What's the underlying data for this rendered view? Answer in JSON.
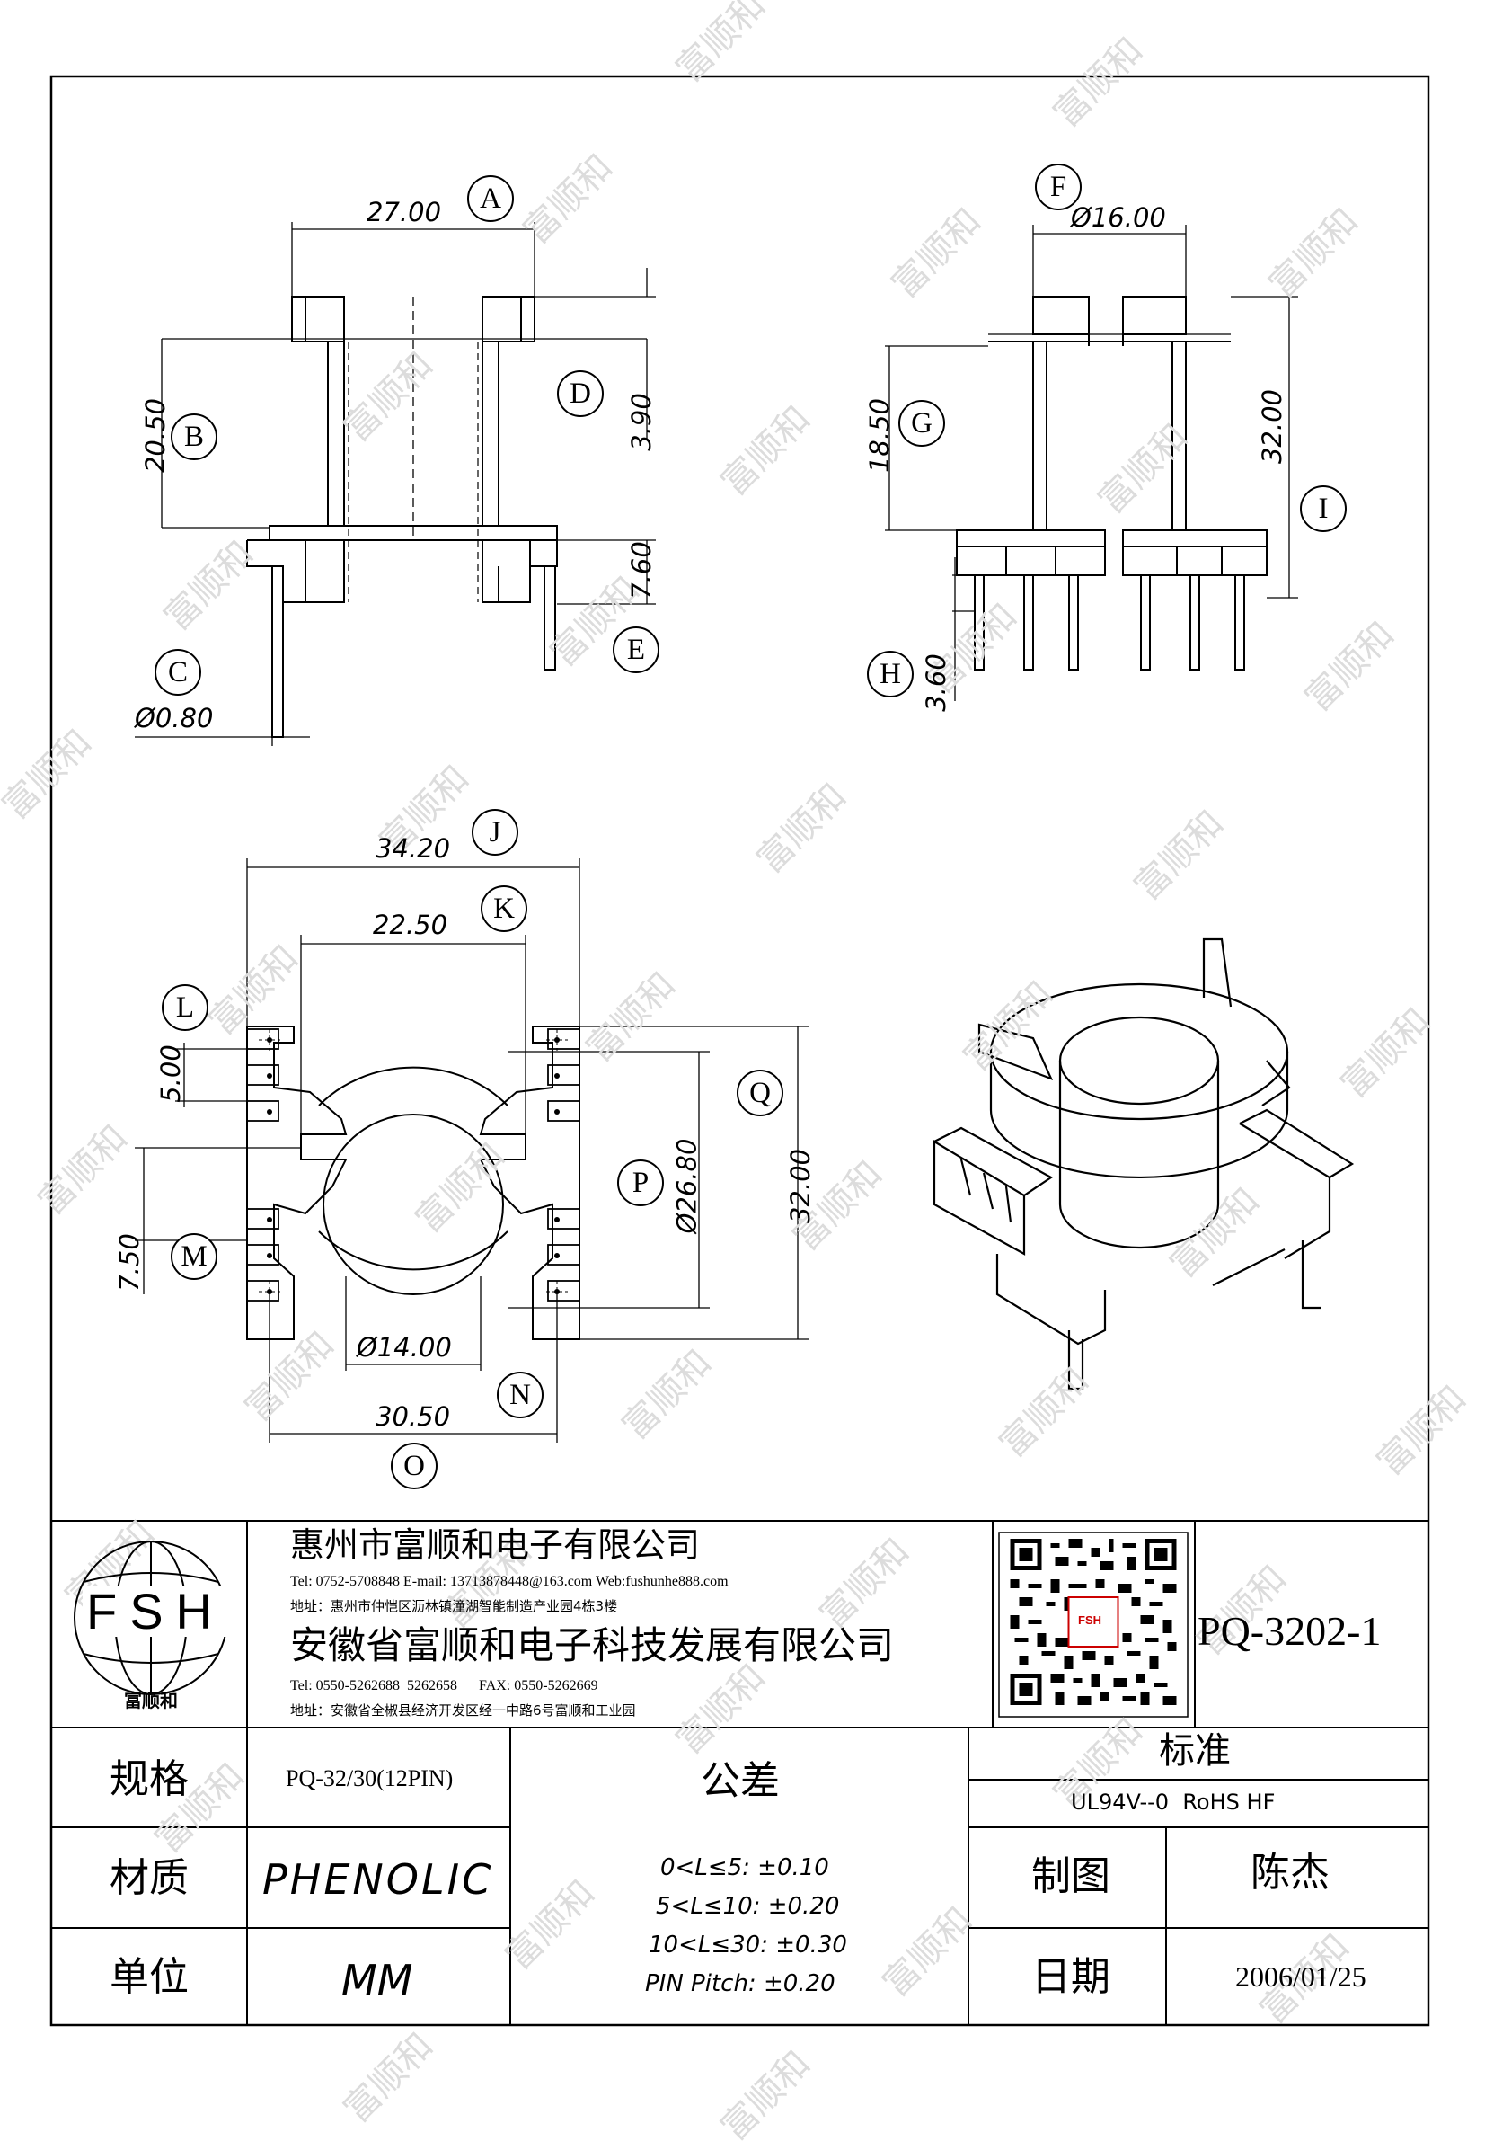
{
  "drawing": {
    "labels": {
      "A": "A",
      "B": "B",
      "C": "C",
      "D": "D",
      "E": "E",
      "F": "F",
      "G": "G",
      "H": "H",
      "I": "I",
      "J": "J",
      "K": "K",
      "L": "L",
      "M": "M",
      "N": "N",
      "O": "O",
      "P": "P",
      "Q": "Q"
    },
    "dims": {
      "A": "27.00",
      "B": "20.50",
      "C": "Ø0.80",
      "D": "3.90",
      "E": "7.60",
      "F": "Ø16.00",
      "G": "18.50",
      "H": "3.60",
      "I": "32.00",
      "J": "34.20",
      "K": "22.50",
      "L": "5.00",
      "M": "7.50",
      "N": "Ø14.00",
      "O": "30.50",
      "P": "Ø26.80",
      "Q": "32.00"
    }
  },
  "company": {
    "logo_letters": "FSH",
    "logo_caption": "富顺和",
    "name1": "惠州市富顺和电子有限公司",
    "contact1": "Tel: 0752-5708848  E-mail: 13713878448@163.com  Web:fushunhe888.com",
    "address1": "地址：惠州市仲恺区沥林镇潼湖智能制造产业园4栋3楼",
    "name2": "安徽省富顺和电子科技发展有限公司",
    "contact2": "Tel: 0550-5262688  5262658      FAX: 0550-5262669",
    "address2": "地址：安徽省全椒县经济开发区经一中路6号富顺和工业园",
    "qr_badge": "FSH"
  },
  "part_number": "PQ-3202-1",
  "table": {
    "spec_label": "规格",
    "spec_value": "PQ-32/30(12PIN)",
    "material_label": "材质",
    "material_value": "PHENOLIC",
    "unit_label": "单位",
    "unit_value": "MM",
    "tolerance_label": "公差",
    "tolerances": [
      "0<L≤5: ±0.10",
      "5<L≤10: ±0.20",
      "10<L≤30: ±0.30",
      "PIN Pitch: ±0.20"
    ],
    "standard_label": "标准",
    "standard_value": "UL94V--0  RoHS HF",
    "drawn_label": "制图",
    "drawn_value": "陈杰",
    "date_label": "日期",
    "date_value": "2006/01/25"
  },
  "watermark": "富顺和"
}
